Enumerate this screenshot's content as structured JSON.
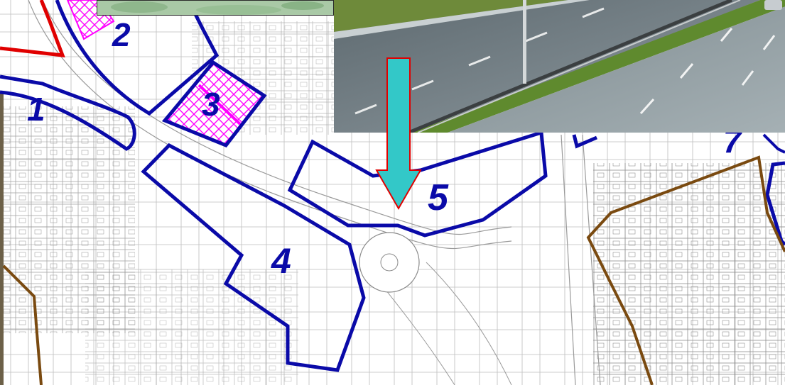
{
  "map": {
    "zones": [
      {
        "id": 1,
        "label": "1"
      },
      {
        "id": 2,
        "label": "2"
      },
      {
        "id": 3,
        "label": "3"
      },
      {
        "id": 4,
        "label": "4"
      },
      {
        "id": 5,
        "label": "5"
      },
      {
        "id": 7,
        "label": "7"
      }
    ],
    "colors": {
      "zone_outline": "#0a0aa8",
      "hatch": "#ff00ff",
      "boundary_brown": "#7a4a10",
      "boundary_red": "#e00000",
      "arrow_fill": "#33c8c8",
      "arrow_outline": "#e00000",
      "cadastral_lines": "#9a9a9a"
    }
  },
  "photo": {
    "subject": "highway-photo"
  },
  "arrow": {
    "direction": "down"
  }
}
